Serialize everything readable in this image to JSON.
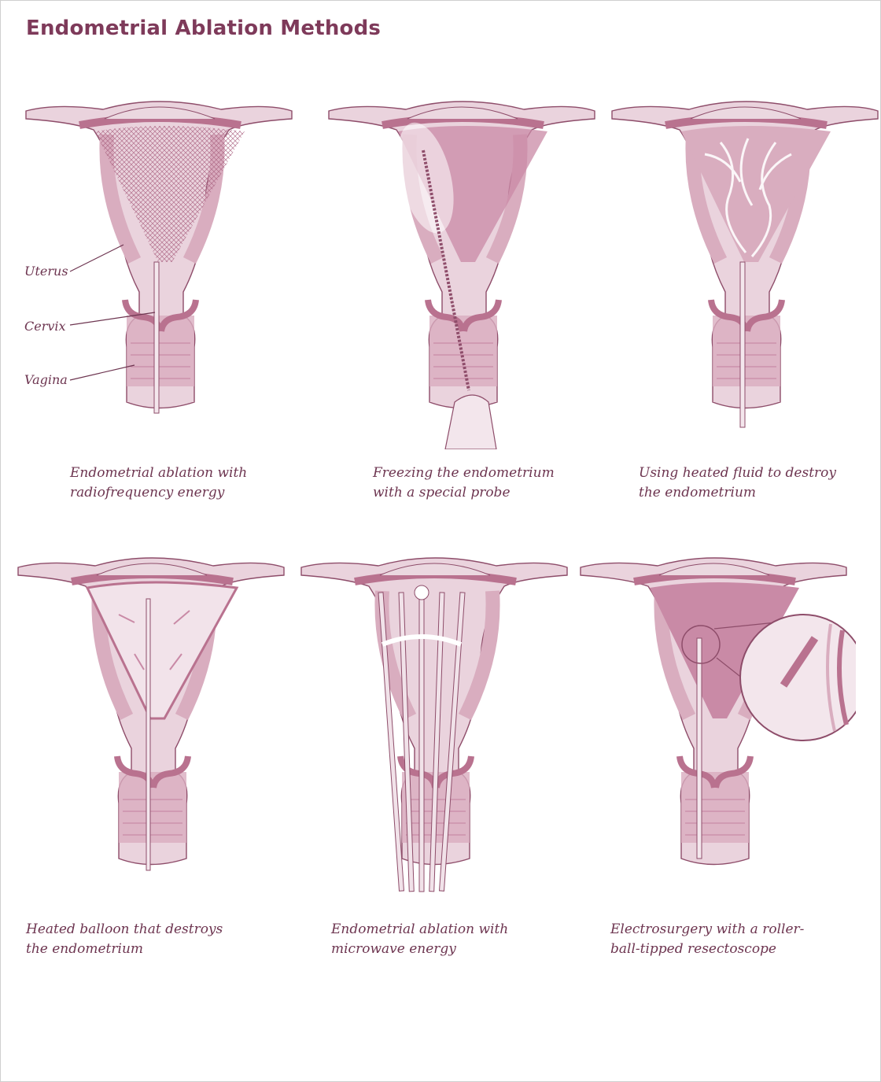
{
  "title": "Endometrial Ablation Methods",
  "labels": {
    "uterus": "Uterus",
    "cervix": "Cervix",
    "vagina": "Vagina"
  },
  "panels": [
    {
      "caption": [
        "Endometrial ablation with",
        "radiofrequency energy"
      ]
    },
    {
      "caption": [
        "Freezing the endometrium",
        "with a special probe"
      ]
    },
    {
      "caption": [
        "Using heated fluid to destroy",
        "the endometrium"
      ]
    },
    {
      "caption": [
        "Heated balloon that destroys",
        "the endometrium"
      ]
    },
    {
      "caption": [
        "Endometrial ablation with",
        "microwave energy"
      ]
    },
    {
      "caption": [
        "Electrosurgery with a roller-",
        "ball-tipped resectoscope"
      ]
    }
  ],
  "colors": {
    "title": "#7e3a5a",
    "caption": "#6d3550",
    "tissue_light": "#ead3dd",
    "tissue_mid": "#d9adbf",
    "tissue_dark": "#b9728f",
    "outline": "#8e4d6a",
    "cavity": "#c98aa6"
  }
}
